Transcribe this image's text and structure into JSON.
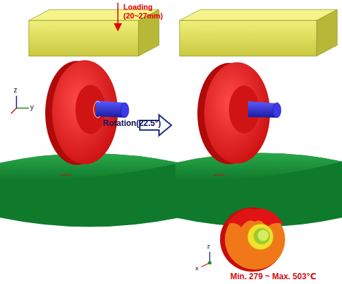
{
  "diagram": {
    "labels": [
      "Loading (20~27mm)",
      "Rotation(22.5°)",
      "z",
      "y",
      "z",
      "x",
      "Min. 279 ~ Max. 503℃"
    ]
  }
}
